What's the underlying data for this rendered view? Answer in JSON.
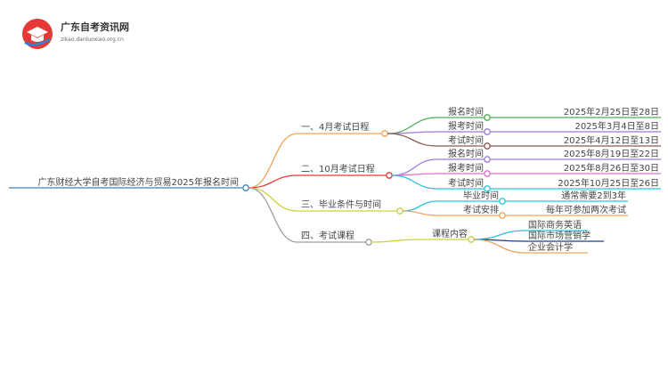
{
  "logo": {
    "title": "广东自考资讯网",
    "subtitle": "zikao.danluoxiao.org.cn"
  },
  "root": "广东财经大学自考国际经济与贸易2025年报名时间",
  "branches": [
    {
      "label": "一、4月考试日程",
      "color": "#f0a35a",
      "children": [
        {
          "label": "报名时间",
          "color": "#4caf50",
          "value": "2025年2月25日至28日"
        },
        {
          "label": "报考时间",
          "color": "#9c7bd6",
          "value": "2025年3月4日至8日"
        },
        {
          "label": "考试时间",
          "color": "#8d5a4b",
          "value": "2025年4月12日至13日"
        }
      ]
    },
    {
      "label": "二、10月考试日程",
      "color": "#e53935",
      "children": [
        {
          "label": "报名时间",
          "color": "#9c7bd6",
          "value": "2025年8月19日至22日"
        },
        {
          "label": "报考时间",
          "color": "#e06fc8",
          "value": "2025年8月26日至30日"
        },
        {
          "label": "考试时间",
          "color": "#26c6da",
          "value": "2025年10月25日至26日"
        }
      ]
    },
    {
      "label": "三、毕业条件与时间",
      "color": "#cdd13a",
      "children": [
        {
          "label": "毕业时间",
          "color": "#26c6da",
          "value": "通常需要2到3年"
        },
        {
          "label": "考试安排",
          "color": "#f0a35a",
          "value": "每年可参加两次考试"
        }
      ]
    },
    {
      "label": "四、考试课程",
      "color": "#9e9e9e",
      "children": [
        {
          "label": "课程内容",
          "color": "#cdd13a",
          "items": [
            {
              "label": "国际商务英语",
              "color": "#26c6da"
            },
            {
              "label": "国际市场营销学",
              "color": "#1e3a8a"
            },
            {
              "label": "企业会计学",
              "color": "#f0a35a"
            }
          ]
        }
      ]
    }
  ]
}
